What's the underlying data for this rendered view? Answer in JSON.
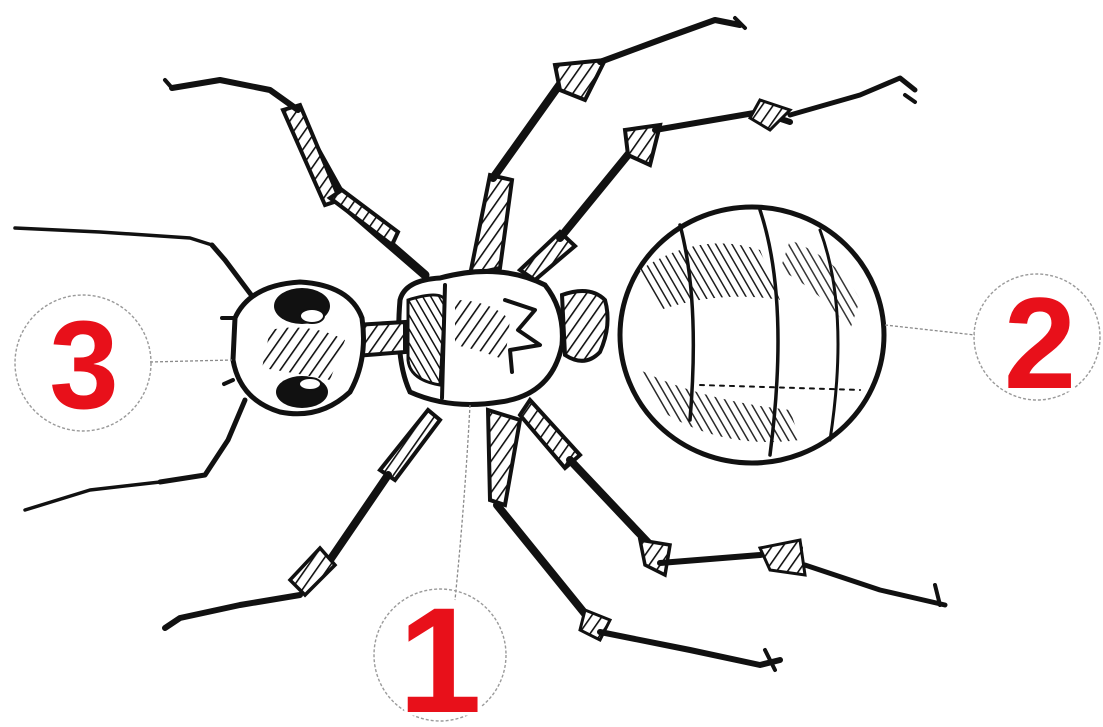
{
  "labels": [
    {
      "id": "thorax",
      "text": "1"
    },
    {
      "id": "abdomen",
      "text": "2"
    },
    {
      "id": "head",
      "text": "3"
    }
  ],
  "colors": {
    "label": "#e8101a",
    "ink": "#111111",
    "background": "#ffffff"
  }
}
